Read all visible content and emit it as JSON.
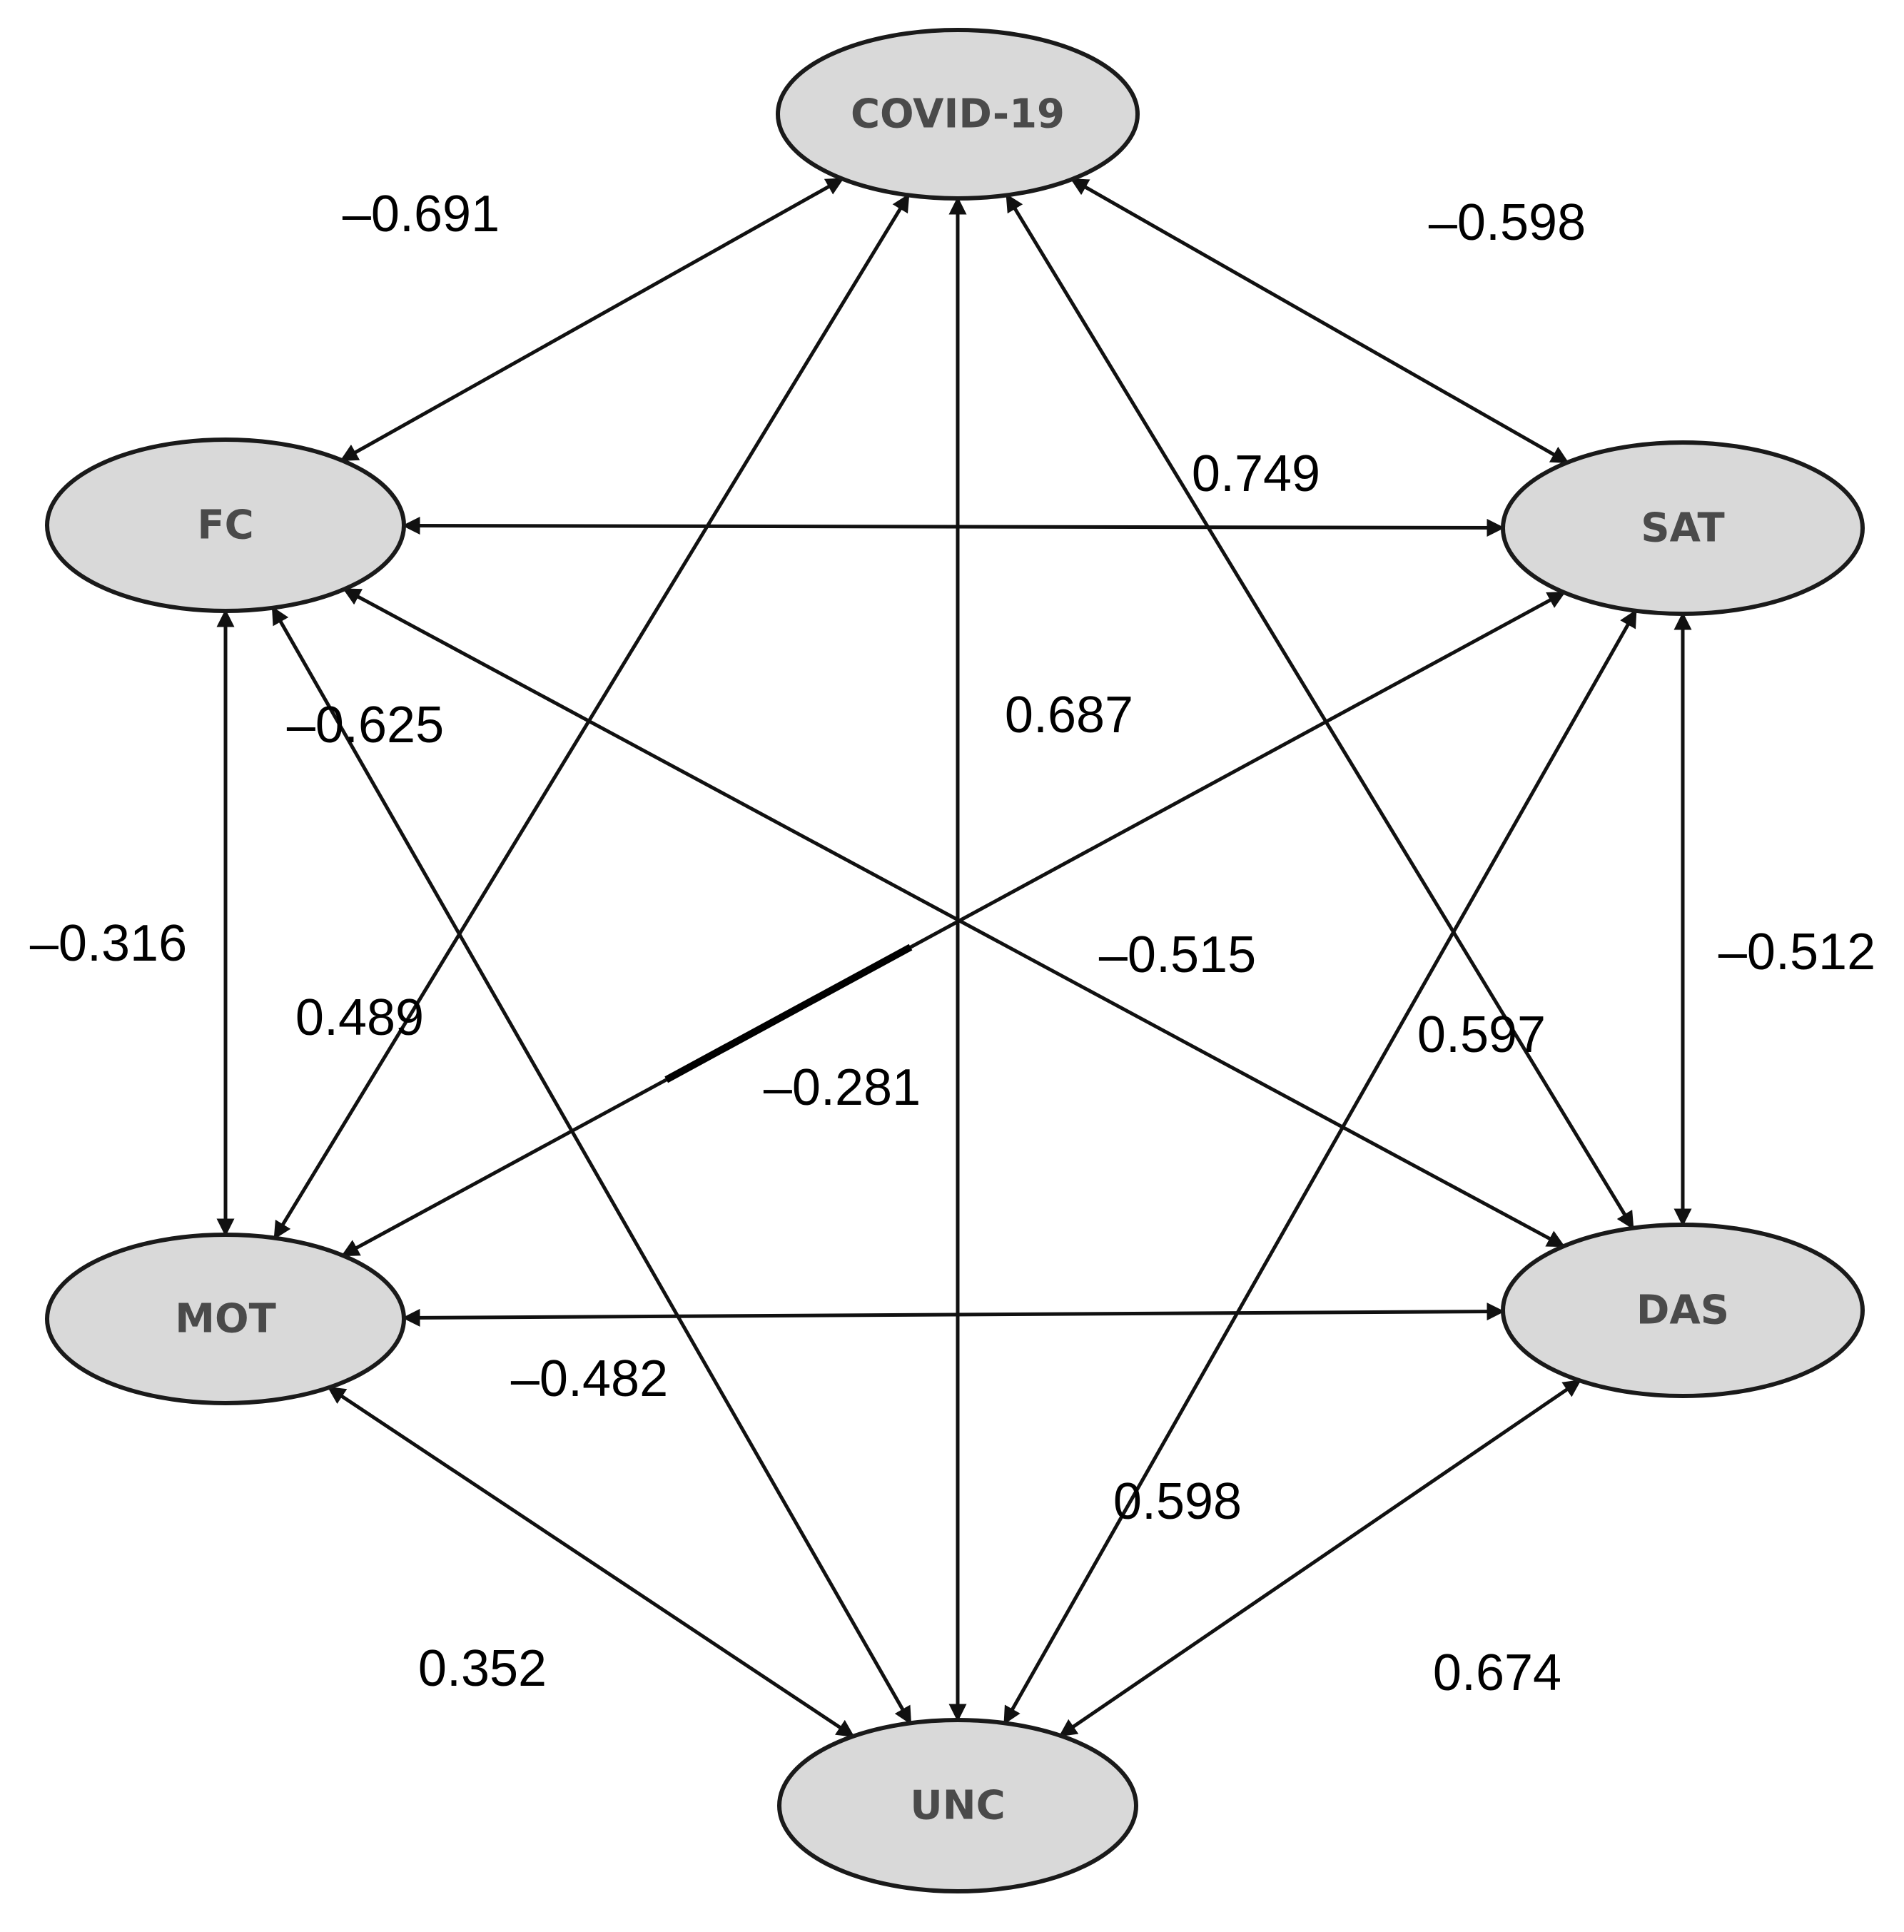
{
  "nodes": [
    {
      "id": "covid",
      "label": "COVID-19"
    },
    {
      "id": "fc",
      "label": "FC"
    },
    {
      "id": "sat",
      "label": "SAT"
    },
    {
      "id": "mot",
      "label": "MOT"
    },
    {
      "id": "das",
      "label": "DAS"
    },
    {
      "id": "unc",
      "label": "UNC"
    }
  ],
  "edges": [
    {
      "from": "covid",
      "to": "fc",
      "label": "–0.691"
    },
    {
      "from": "covid",
      "to": "sat",
      "label": "–0.598"
    },
    {
      "from": "fc",
      "to": "sat",
      "label": "0.749"
    },
    {
      "from": "fc",
      "to": "unc",
      "label": "–0.625"
    },
    {
      "from": "covid",
      "to": "unc",
      "label": "0.687"
    },
    {
      "from": "fc",
      "to": "mot",
      "label": "–0.316"
    },
    {
      "from": "covid",
      "to": "mot",
      "label": "0.489"
    },
    {
      "from": "fc",
      "to": "das",
      "label": "–0.515"
    },
    {
      "from": "sat",
      "to": "das",
      "label": "–0.512"
    },
    {
      "from": "covid",
      "to": "das",
      "label": "0.597"
    },
    {
      "from": "sat",
      "to": "mot",
      "label": "–0.281"
    },
    {
      "from": "mot",
      "to": "das",
      "label": "–0.482"
    },
    {
      "from": "sat",
      "to": "unc",
      "label": "0.598"
    },
    {
      "from": "mot",
      "to": "unc",
      "label": "0.352"
    },
    {
      "from": "das",
      "to": "unc",
      "label": "0.674"
    }
  ]
}
